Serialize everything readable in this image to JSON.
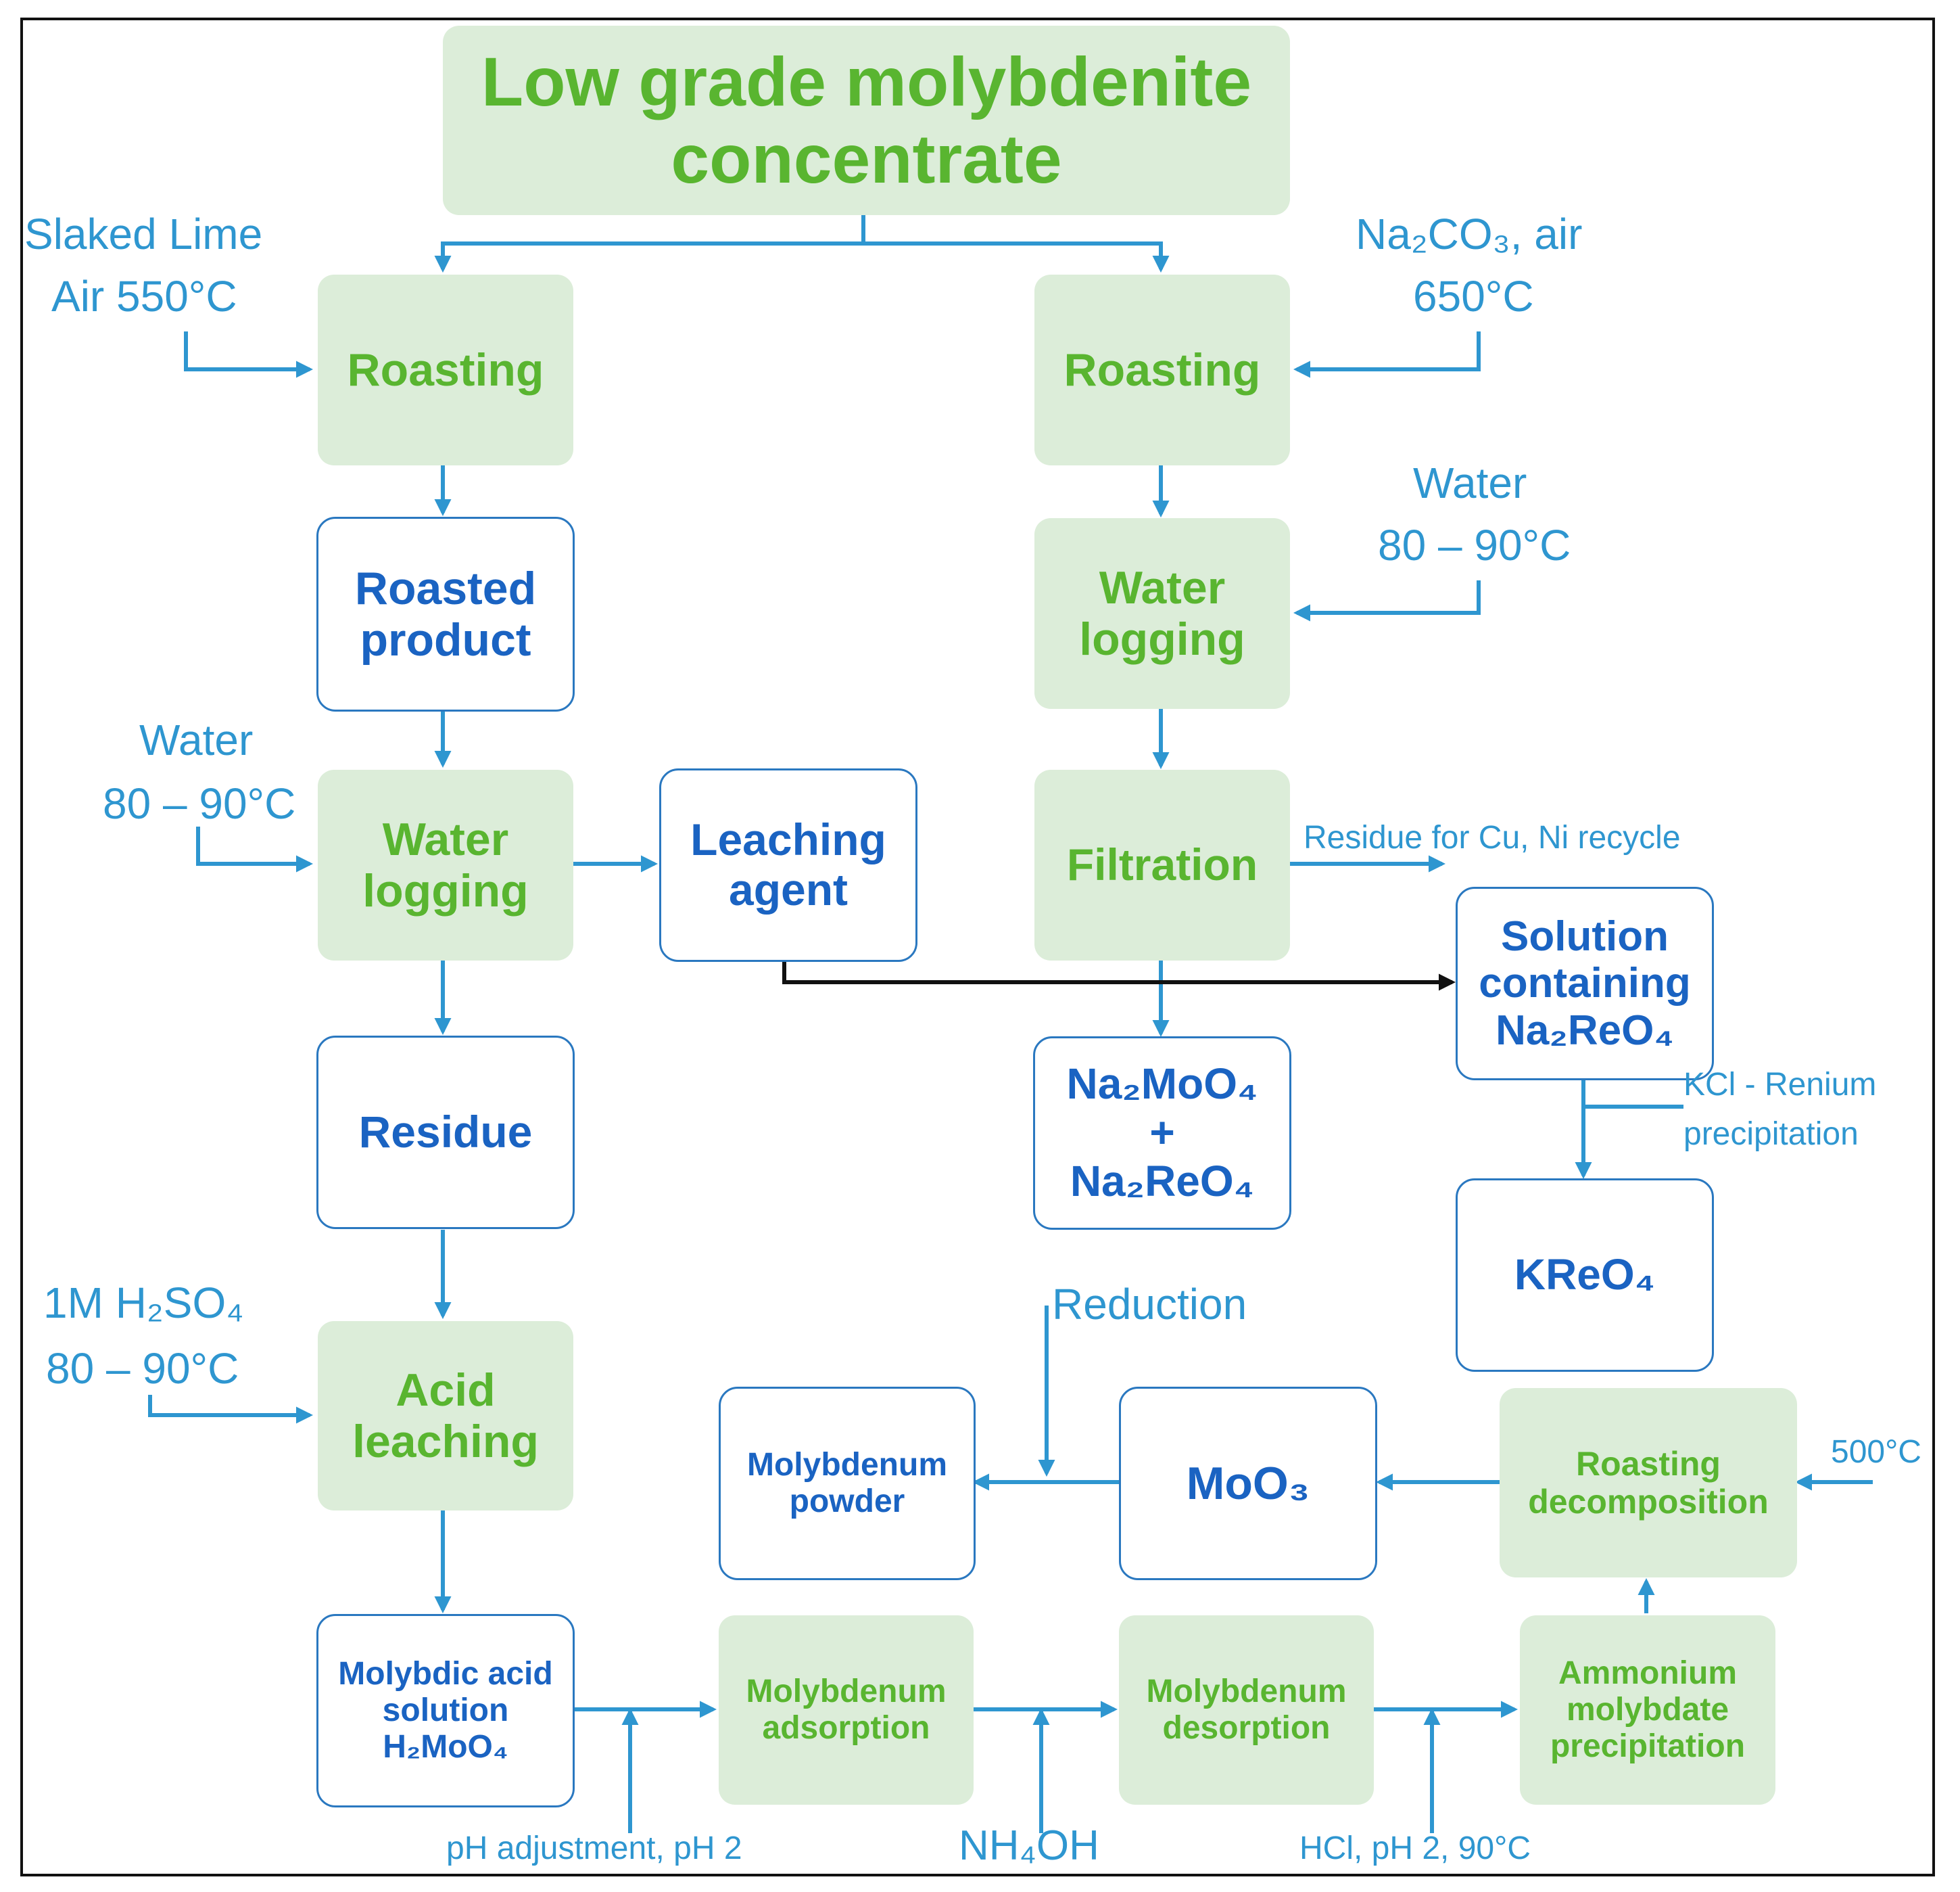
{
  "colors": {
    "process_fill": "#dcedd9",
    "process_text": "#59b530",
    "product_text": "#1a63c2",
    "product_border": "#2a78c0",
    "arrow": "#2e96d0",
    "label_text": "#2e96d0",
    "connector_black": "#111111"
  },
  "nodes": {
    "source": "Low grade molybdenite concentrate",
    "roasting_left": "Roasting",
    "roasting_right": "Roasting",
    "roasted_product": "Roasted product",
    "water_logging_left": "Water logging",
    "water_logging_right": "Water logging",
    "leaching_agent": "Leaching agent",
    "filtration": "Filtration",
    "residue": "Residue",
    "solution_na2reo4": "Solution containing Na₂ReO₄",
    "na2moo4_na2reo4": "Na₂MoO₄ + Na₂ReO₄",
    "kreo4": "KReO₄",
    "acid_leaching": "Acid leaching",
    "molybdenum_powder": "Molybdenum powder",
    "moo3": "MoO₃",
    "roasting_decomposition": "Roasting decomposition",
    "molybdic_acid_solution": "Molybdic acid solution H₂MoO₄",
    "molybdenum_adsorption": "Molybdenum adsorption",
    "molybdenum_desorption": "Molybdenum desorption",
    "ammonium_molybdate_precipitation": "Ammonium molybdate precipitation"
  },
  "labels": {
    "slaked_lime": "Slaked Lime",
    "air_550": "Air 550°C",
    "na2co3_air": "Na₂CO₃, air",
    "temp_650": "650°C",
    "water_right": "Water",
    "temp_right": "80 – 90°C",
    "water_left": "Water",
    "temp_left": "80 – 90°C",
    "residue_cu_ni": "Residue for Cu, Ni recycle",
    "kcl_line1": "KCl - Renium",
    "kcl_line2": "precipitation",
    "h2so4": "1M H₂SO₄",
    "temp_acid": "80 – 90°C",
    "reduction": "Reduction",
    "temp_500": "500°C",
    "ph_adjustment": "pH adjustment, pH 2",
    "nh4oh": "NH₄OH",
    "hcl": "HCl, pH 2, 90°C"
  }
}
